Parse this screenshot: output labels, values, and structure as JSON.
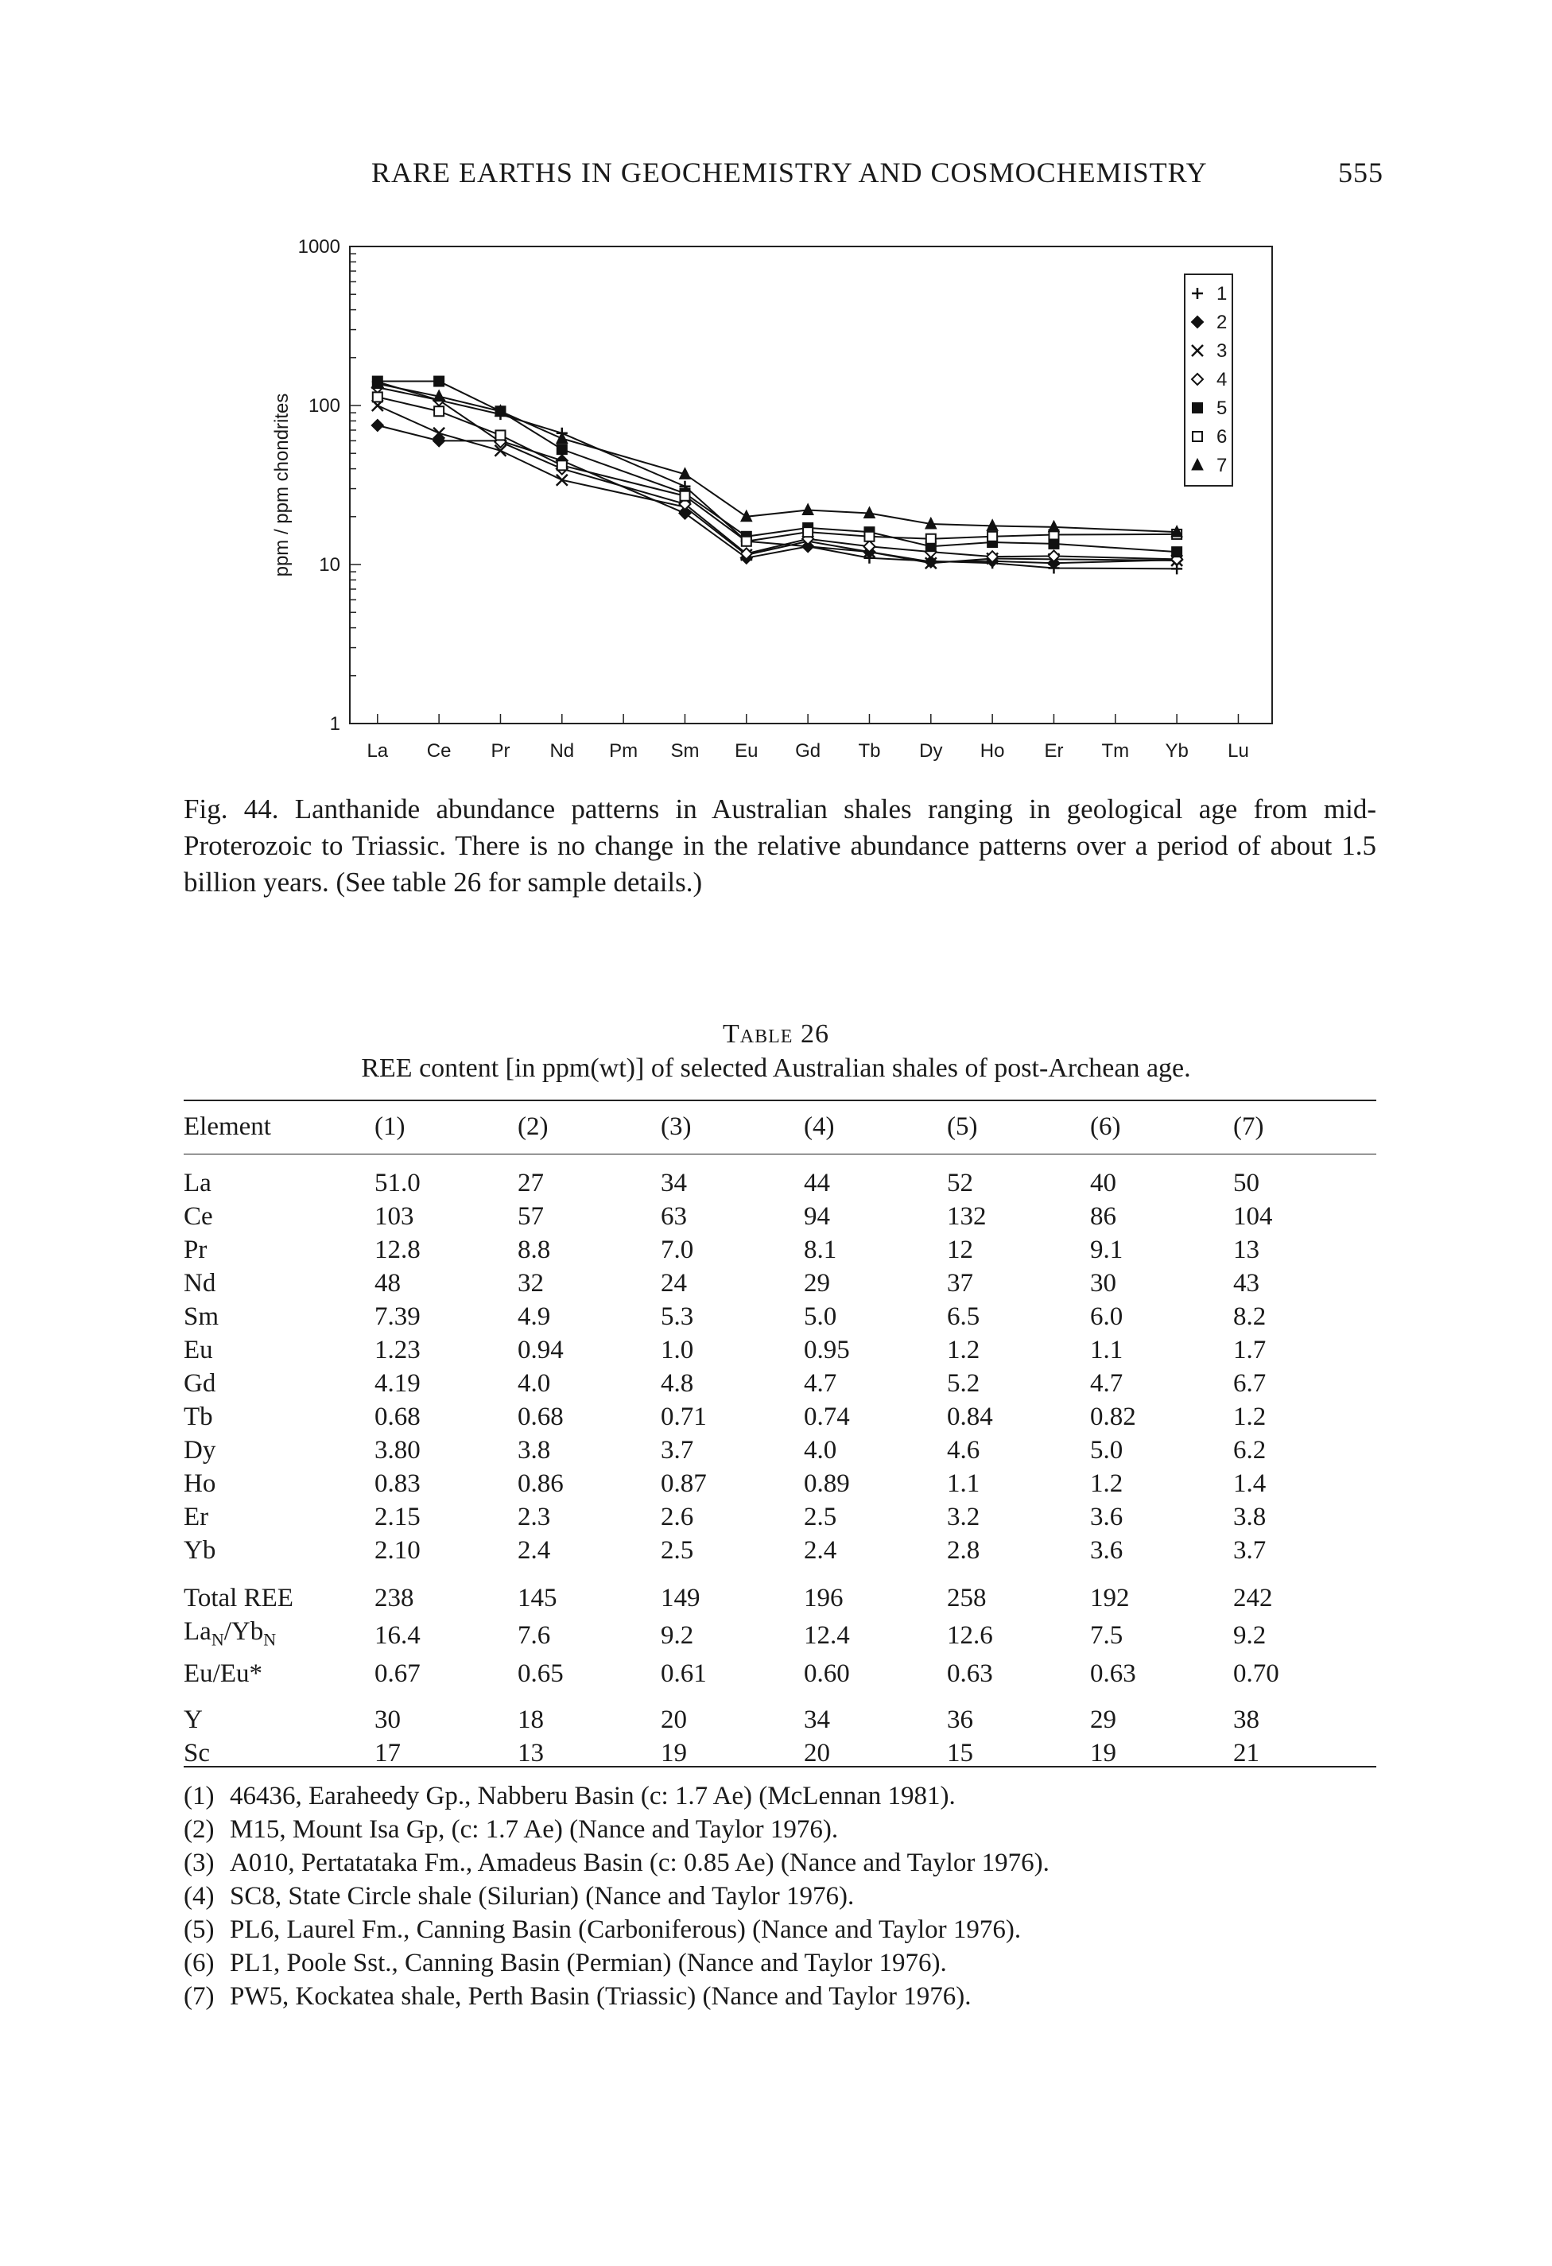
{
  "header": {
    "title": "RARE EARTHS IN GEOCHEMISTRY AND COSMOCHEMISTRY",
    "page_number": "555"
  },
  "chart_data": {
    "type": "line",
    "y_scale": "log",
    "ylim": [
      1,
      1000
    ],
    "y_ticks": [
      "1000",
      "100",
      "10",
      "1"
    ],
    "ylabel": "ppm / ppm chondrites",
    "xlabel": "",
    "categories": [
      "La",
      "Ce",
      "Pr",
      "Nd",
      "Pm",
      "Sm",
      "Eu",
      "Gd",
      "Tb",
      "Dy",
      "Ho",
      "Er",
      "Tm",
      "Yb",
      "Lu"
    ],
    "legend_position": "top-right",
    "grid": false,
    "series": [
      {
        "name": "1",
        "marker": "+",
        "values": [
          141,
          108,
          88,
          67,
          null,
          31,
          14,
          13,
          11,
          10.5,
          10.2,
          9.5,
          null,
          9.4,
          null
        ]
      },
      {
        "name": "2",
        "marker": "diamond-filled",
        "values": [
          75,
          60,
          60,
          45,
          null,
          21,
          11,
          13,
          12,
          10.4,
          10.5,
          10.2,
          null,
          10.7,
          null
        ]
      },
      {
        "name": "3",
        "marker": "x",
        "values": [
          100,
          67,
          52,
          34,
          null,
          23,
          11.5,
          14,
          12,
          10.2,
          10.9,
          10.8,
          null,
          10.6,
          null
        ]
      },
      {
        "name": "4",
        "marker": "diamond-open",
        "values": [
          130,
          108,
          59,
          40,
          null,
          24,
          11.7,
          14.5,
          13,
          12,
          11.2,
          11.3,
          null,
          10.8,
          null
        ]
      },
      {
        "name": "5",
        "marker": "square-filled",
        "values": [
          142,
          142,
          92,
          53,
          null,
          28,
          15,
          17,
          16,
          13,
          13.8,
          13.5,
          null,
          12,
          null
        ]
      },
      {
        "name": "6",
        "marker": "square-open",
        "values": [
          113,
          92,
          65,
          42,
          null,
          27,
          14,
          16,
          15,
          14.5,
          15,
          15.4,
          null,
          15.5,
          null
        ]
      },
      {
        "name": "7",
        "marker": "triangle-filled",
        "values": [
          137,
          114,
          92,
          62,
          null,
          37,
          20,
          22,
          21,
          18,
          17.5,
          17.2,
          null,
          16,
          null
        ]
      }
    ]
  },
  "caption": "Fig. 44. Lanthanide abundance patterns in Australian shales ranging in geological age from mid-Proterozoic to Triassic. There is no change in the relative abundance patterns over a period of about 1.5 billion years. (See table 26 for sample details.)",
  "table": {
    "title": "Table 26",
    "subtitle": "REE content [in ppm(wt)] of selected Australian shales of post-Archean age.",
    "header": [
      "Element",
      "(1)",
      "(2)",
      "(3)",
      "(4)",
      "(5)",
      "(6)",
      "(7)"
    ],
    "rows": [
      [
        "La",
        "51.0",
        "27",
        "34",
        "44",
        "52",
        "40",
        "50"
      ],
      [
        "Ce",
        "103",
        "57",
        "63",
        "94",
        "132",
        "86",
        "104"
      ],
      [
        "Pr",
        "12.8",
        "8.8",
        "7.0",
        "8.1",
        "12",
        "9.1",
        "13"
      ],
      [
        "Nd",
        "48",
        "32",
        "24",
        "29",
        "37",
        "30",
        "43"
      ],
      [
        "Sm",
        "7.39",
        "4.9",
        "5.3",
        "5.0",
        "6.5",
        "6.0",
        "8.2"
      ],
      [
        "Eu",
        "1.23",
        "0.94",
        "1.0",
        "0.95",
        "1.2",
        "1.1",
        "1.7"
      ],
      [
        "Gd",
        "4.19",
        "4.0",
        "4.8",
        "4.7",
        "5.2",
        "4.7",
        "6.7"
      ],
      [
        "Tb",
        "0.68",
        "0.68",
        "0.71",
        "0.74",
        "0.84",
        "0.82",
        "1.2"
      ],
      [
        "Dy",
        "3.80",
        "3.8",
        "3.7",
        "4.0",
        "4.6",
        "5.0",
        "6.2"
      ],
      [
        "Ho",
        "0.83",
        "0.86",
        "0.87",
        "0.89",
        "1.1",
        "1.2",
        "1.4"
      ],
      [
        "Er",
        "2.15",
        "2.3",
        "2.6",
        "2.5",
        "3.2",
        "3.6",
        "3.8"
      ],
      [
        "Yb",
        "2.10",
        "2.4",
        "2.5",
        "2.4",
        "2.8",
        "3.6",
        "3.7"
      ]
    ],
    "summary_rows": [
      [
        "Total REE",
        "238",
        "145",
        "149",
        "196",
        "258",
        "192",
        "242"
      ],
      [
        "La_N/Yb_N",
        "16.4",
        "7.6",
        "9.2",
        "12.4",
        "12.6",
        "7.5",
        "9.2"
      ],
      [
        "Eu/Eu*",
        "0.67",
        "0.65",
        "0.61",
        "0.60",
        "0.63",
        "0.63",
        "0.70"
      ]
    ],
    "other_rows": [
      [
        "Y",
        "30",
        "18",
        "20",
        "34",
        "36",
        "29",
        "38"
      ],
      [
        "Sc",
        "17",
        "13",
        "19",
        "20",
        "15",
        "19",
        "21"
      ]
    ]
  },
  "notes": [
    {
      "marker": "(1)",
      "text": "46436, Earaheedy Gp., Nabberu Basin (c: 1.7 Ae) (McLennan 1981)."
    },
    {
      "marker": "(2)",
      "text": "M15, Mount Isa Gp, (c: 1.7 Ae) (Nance and Taylor 1976)."
    },
    {
      "marker": "(3)",
      "text": "A010, Pertatataka Fm., Amadeus Basin (c: 0.85 Ae) (Nance and Taylor 1976)."
    },
    {
      "marker": "(4)",
      "text": "SC8, State Circle shale (Silurian) (Nance and Taylor 1976)."
    },
    {
      "marker": "(5)",
      "text": "PL6, Laurel Fm., Canning Basin (Carboniferous) (Nance and Taylor 1976)."
    },
    {
      "marker": "(6)",
      "text": "PL1, Poole Sst., Canning Basin (Permian) (Nance and Taylor 1976)."
    },
    {
      "marker": "(7)",
      "text": "PW5, Kockatea shale, Perth Basin (Triassic) (Nance and Taylor 1976)."
    }
  ]
}
